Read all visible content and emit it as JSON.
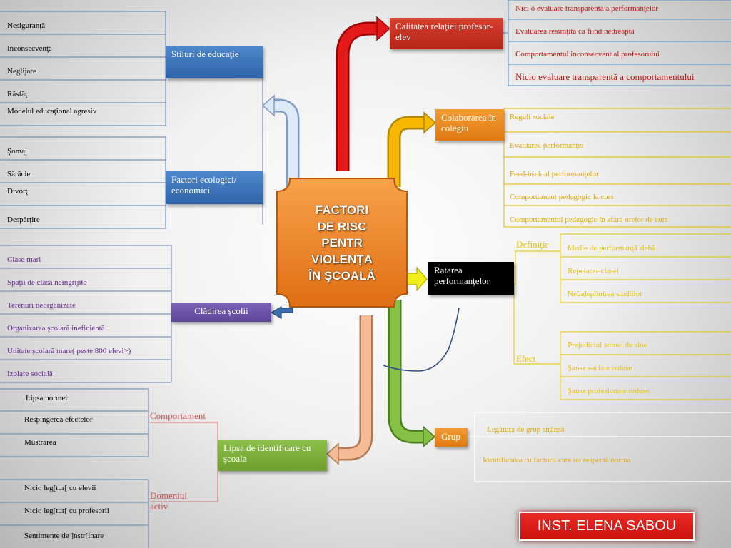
{
  "center": {
    "title": "FACTORI\nDE RISC\nPENTR\nVIOLENȚA\nÎN ŞCOALĂ"
  },
  "nodes": {
    "stiluri": "Stiluri de educaţie",
    "factori_eco": "Factori ecologici/ economici",
    "cladirea": "Clădirea şcolii",
    "lipsa_identificare": "Lipsa de identificare cu şcoala",
    "calitatea": "Calitatea relaţiei profesor-elev",
    "colaborarea": "Colaborarea în colegiu",
    "ratarea": "Ratarea performanţelor",
    "grup": "Grup"
  },
  "stiluri_items": [
    "Nesiguranţă",
    "Inconsecvenţă",
    "Neglijare",
    "Răsfăţ",
    "Modelul educaţional agresiv"
  ],
  "factori_items": [
    "Şomaj",
    "Sărăcie",
    "Divorţ",
    "Despărţire"
  ],
  "cladirea_items": [
    "Clase mari",
    "Spaţii de clasă neîngrijite",
    "Terenuri neorganizate",
    "Organizarea şcolară ineficientă",
    "Unitate şcolară mare( peste 800 elevi>)",
    "Izolare socială"
  ],
  "comportament": {
    "label": "Comportament",
    "items": [
      "Lipsa normei",
      "Respingerea efectelor",
      "Mustrarea"
    ]
  },
  "domeniu": {
    "label": "Domeniul activ",
    "items": [
      "Nicio leg[tur[ cu elevii",
      "Nicio leg[tur[ cu profesorii",
      "Sentimente de ]nstr[inare"
    ]
  },
  "calitatea_items": [
    "Nici o evaluare transparentă a performanţelor",
    "Evaluarea resimţită ca fiind nedreaptă",
    "Comportamentul inconsecvent al profesorului",
    "Nicio  evaluare transparentă a comportamentului"
  ],
  "colaborarea_items": [
    "Reguli sociale",
    "Evaluarea performanţei",
    "Feed-bsck al performanţelor",
    "Comportament pedagogic la curs",
    "Comportamentul pedagogic în afara orelor de curs"
  ],
  "definitie": {
    "label": "Definiţie",
    "items": [
      "Medie de performanţă slabă",
      "Repetarea clasei",
      "Neîndeplinirea studiilor"
    ]
  },
  "efect": {
    "label": "Efect",
    "items": [
      "Prejudiciul stimei de sine",
      "Şanse sociale reduse",
      "Şanse profesionale reduse"
    ]
  },
  "grup_items": [
    "Legătura de grup strânsă",
    "Identificarea cu factorii care nu respectă norma"
  ],
  "author": "INST. ELENA SABOU",
  "colors": {
    "red": "#c8120e",
    "orange": "#e07a12",
    "yellow": "#f5c400",
    "green": "#7cb23e",
    "blue": "#2f63a8",
    "purple": "#6a2a9a",
    "brown": "#c0504d",
    "gold": "#e2b400"
  }
}
